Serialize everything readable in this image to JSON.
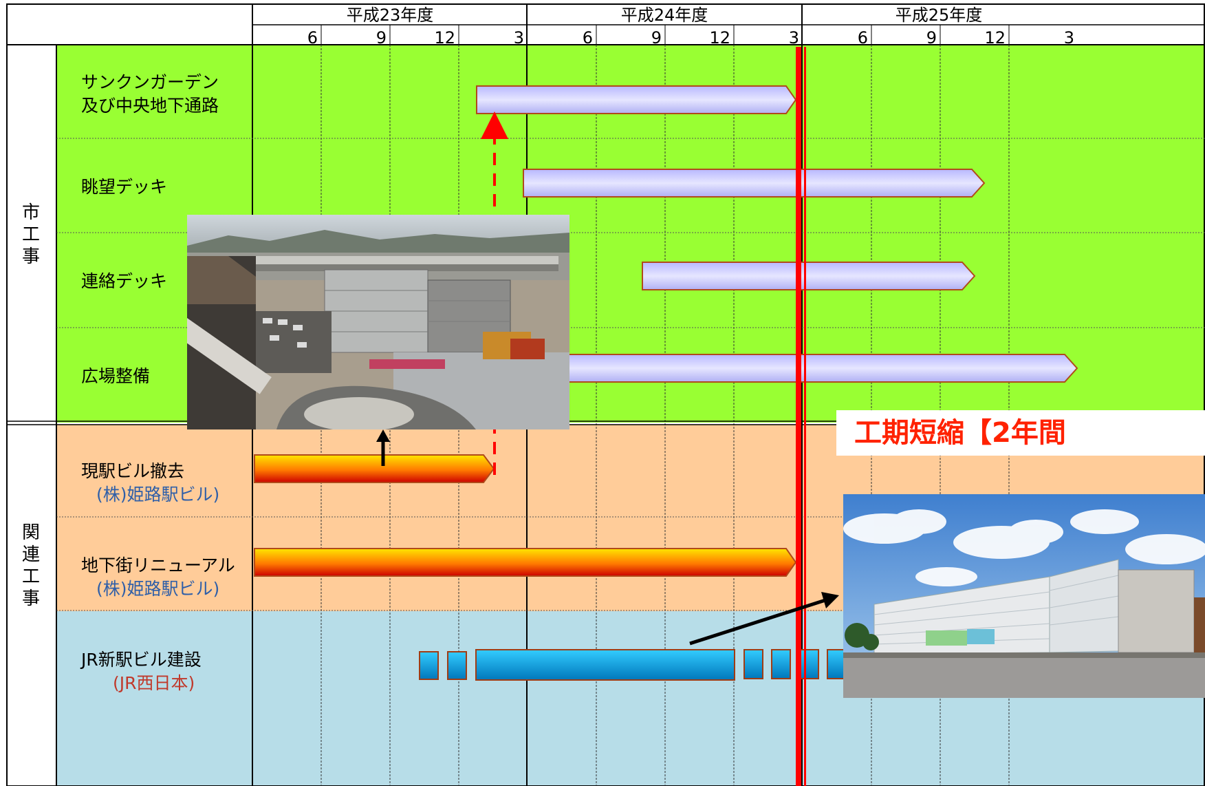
{
  "header": {
    "fiscal_years": [
      "平成23年度",
      "平成24年度",
      "平成25年度"
    ],
    "months": [
      "6",
      "9",
      "12",
      "3",
      "6",
      "9",
      "12",
      "3",
      "6",
      "9",
      "12",
      "3"
    ]
  },
  "categories": {
    "city": {
      "label": "市\n工\n事"
    },
    "related": {
      "label": "関\n連\n工\n事"
    }
  },
  "rows": [
    {
      "label_line1": "サンクンガーデン",
      "label_line2": "及び中央地下通路"
    },
    {
      "label_line1": "眺望デッキ"
    },
    {
      "label_line1": "連絡デッキ"
    },
    {
      "label_line1": "広場整備"
    },
    {
      "label_line1": "現駅ビル撤去",
      "label_sub": "(株)姫路駅ビル)",
      "sub_color": "#2f5fa8"
    },
    {
      "label_line1": "地下街リニューアル",
      "label_sub": "(株)姫路駅ビル)",
      "sub_color": "#2f5fa8"
    },
    {
      "label_line1": "JR新駅ビル建設",
      "label_sub": "(JR西日本)",
      "sub_color": "#c0392b"
    }
  ],
  "callout": {
    "text": "工期短縮【2年間"
  },
  "colors": {
    "city_bg": "#99ff33",
    "related_bg": "#ffcc99",
    "jr_bg": "#b7dde8",
    "bar_purple": "#c8c8ff",
    "bar_orange": "#ffcc00",
    "bar_blue": "#0099dd",
    "red_line": "#ff0000",
    "callout_text": "#ff2200"
  },
  "photos": {
    "construction": {
      "name": "construction-site-photo"
    },
    "rendering": {
      "name": "new-station-building-rendering"
    }
  }
}
